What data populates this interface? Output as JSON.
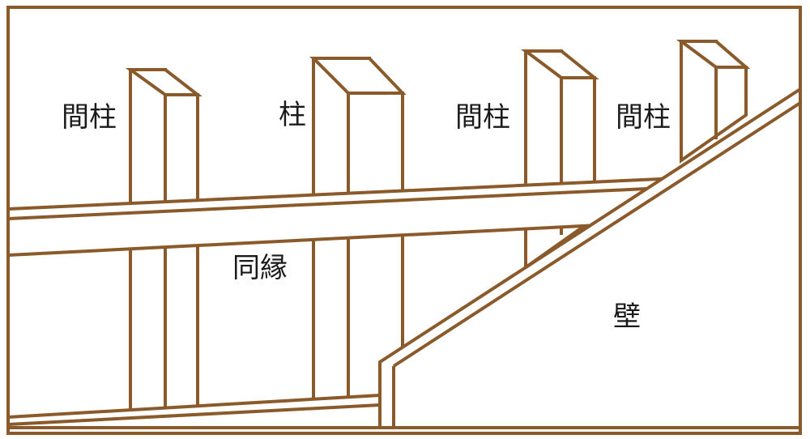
{
  "labels": {
    "mabashira_1": "間柱",
    "hashira": "柱",
    "mabashira_2": "間柱",
    "mabashira_3": "間柱",
    "dobuchi": "同縁",
    "kabe": "壁"
  },
  "colors": {
    "line": "#8B5A2B",
    "background": "#ffffff",
    "text": "#1a1a1a"
  }
}
